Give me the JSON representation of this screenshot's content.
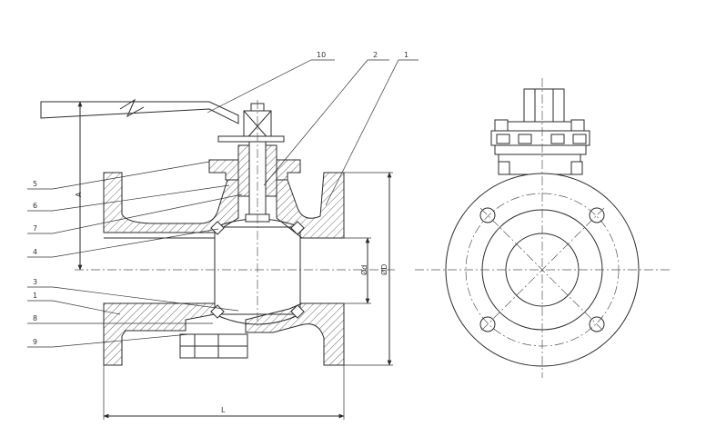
{
  "callouts": {
    "c1_top": "1",
    "c2": "2",
    "c10": "10",
    "c5": "5",
    "c6": "6",
    "c7": "7",
    "c4": "4",
    "c3": "3",
    "c1_left": "1",
    "c8": "8",
    "c9": "9"
  },
  "dimensions": {
    "A": "A",
    "L": "L",
    "d": "Ød",
    "D": "ØD"
  }
}
